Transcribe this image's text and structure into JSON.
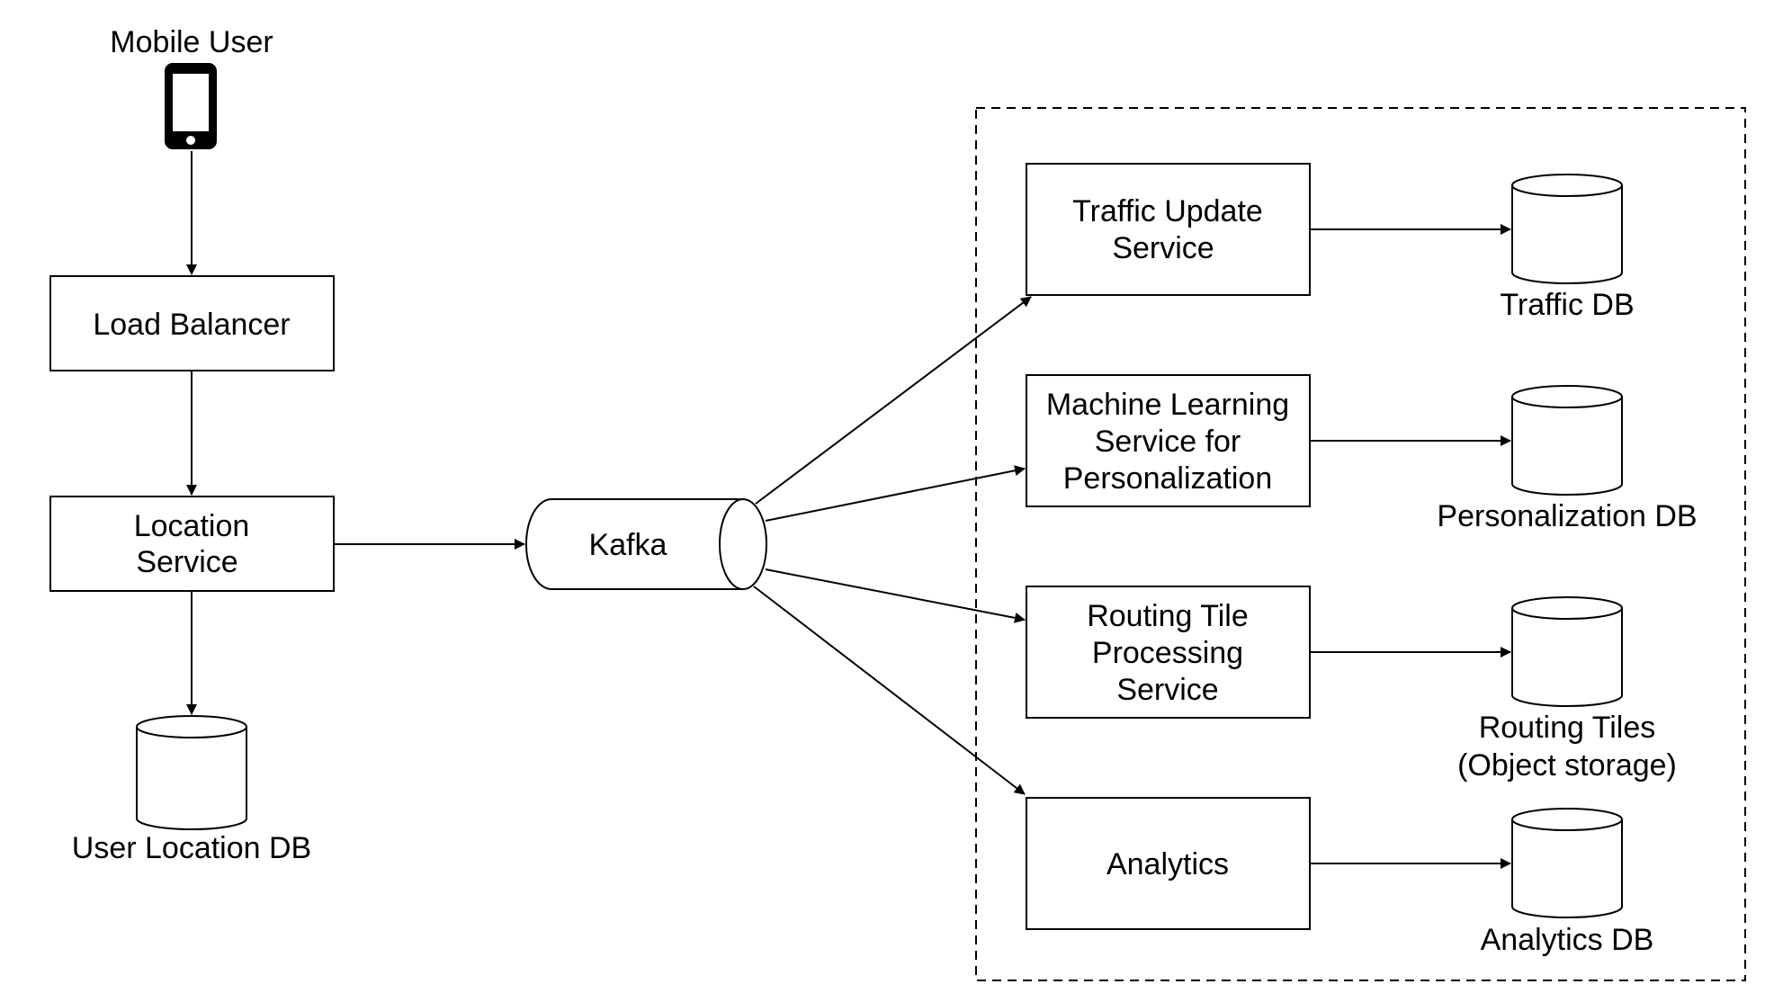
{
  "nodes": {
    "mobile_user": "Mobile User",
    "load_balancer": "Load Balancer",
    "location_service": [
      "Location",
      "Service"
    ],
    "user_location_db": "User Location DB",
    "kafka": "Kafka",
    "traffic_update_service": [
      "Traffic Update",
      "Service"
    ],
    "ml_service": [
      "Machine Learning",
      "Service for",
      "Personalization"
    ],
    "routing_tile_service": [
      "Routing Tile",
      "Processing",
      "Service"
    ],
    "analytics": "Analytics",
    "traffic_db": "Traffic DB",
    "personalization_db": "Personalization DB",
    "routing_tiles_storage": [
      "Routing Tiles",
      "(Object storage)"
    ],
    "analytics_db": "Analytics DB"
  },
  "edges": [
    {
      "from": "mobile_user",
      "to": "load_balancer"
    },
    {
      "from": "load_balancer",
      "to": "location_service"
    },
    {
      "from": "location_service",
      "to": "user_location_db"
    },
    {
      "from": "location_service",
      "to": "kafka"
    },
    {
      "from": "kafka",
      "to": "traffic_update_service"
    },
    {
      "from": "kafka",
      "to": "ml_service"
    },
    {
      "from": "kafka",
      "to": "routing_tile_service"
    },
    {
      "from": "kafka",
      "to": "analytics"
    },
    {
      "from": "traffic_update_service",
      "to": "traffic_db"
    },
    {
      "from": "ml_service",
      "to": "personalization_db"
    },
    {
      "from": "routing_tile_service",
      "to": "routing_tiles_storage"
    },
    {
      "from": "analytics",
      "to": "analytics_db"
    }
  ]
}
